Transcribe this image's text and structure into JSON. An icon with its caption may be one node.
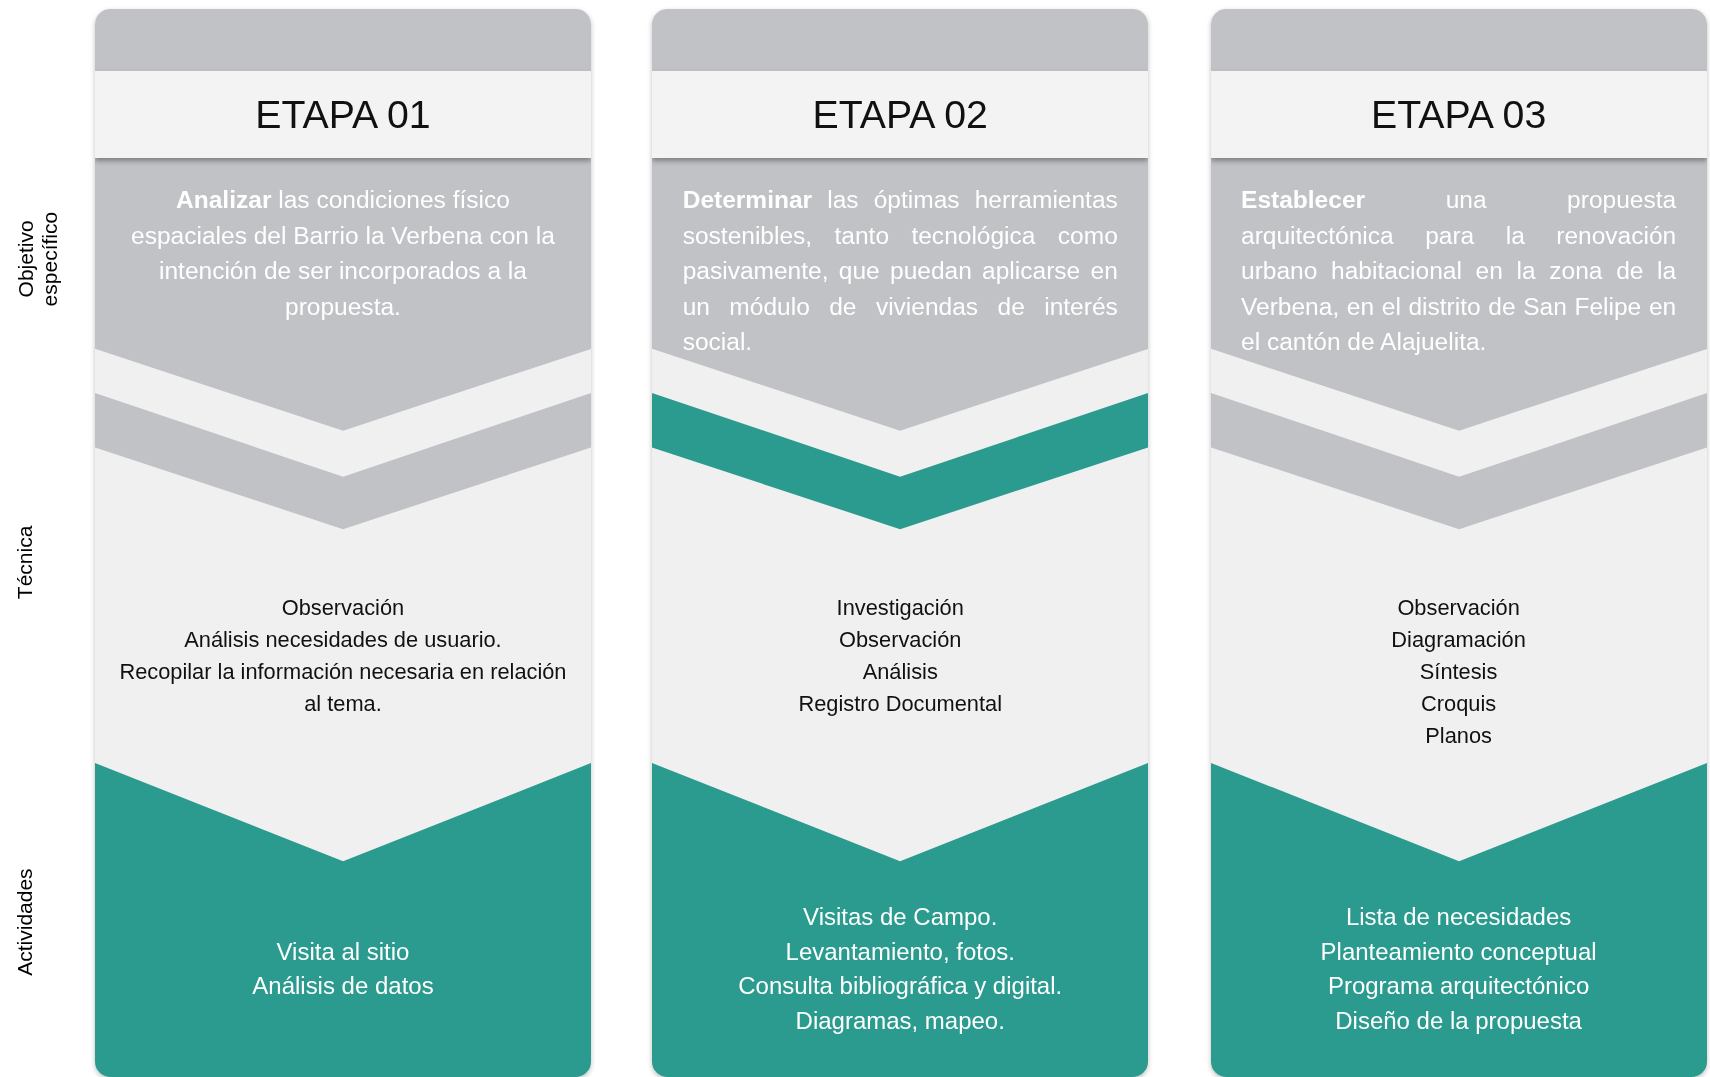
{
  "diagram": {
    "nodes": [
      {
        "text": [
          "ETAPA 01"
        ]
      },
      {
        "text": [
          "**Analizar** las condiciones físico espaciales del Barrio la Verbena con la intención de ser incorporados a la propuesta."
        ]
      },
      {
        "text": [],
        "shape": "band"
      },
      {
        "text": [
          "Observación",
          "Análisis necesidades de usuario.",
          "Recopilar la información necesaria en relación al tema."
        ]
      },
      {
        "text": [
          "Visita al sitio",
          "Análisis de datos"
        ]
      },
      {
        "text": [
          "ETAPA 02"
        ]
      },
      {
        "text": [
          "**Determinar** las óptimas herramientas sostenibles, tanto tecnológica como pasivamente, que puedan aplicarse en un módulo de viviendas de interés social."
        ]
      },
      {
        "text": [],
        "shape": "band"
      },
      {
        "text": [
          "Investigación",
          "Observación",
          "Análisis",
          "Registro Documental"
        ]
      },
      {
        "text": [
          "Visitas de Campo.",
          "Levantamiento, fotos.",
          "Consulta bibliográfica y digital.",
          "Diagramas, mapeo."
        ]
      },
      {
        "text": [
          "ETAPA 03"
        ]
      },
      {
        "text": [
          "**Establecer** una propuesta arquitectónica para la renovación urbano habitacional en la zona de la Verbena, en el distrito de San Felipe en el cantón de Alajuelita."
        ]
      },
      {
        "text": [],
        "shape": "band"
      },
      {
        "text": [
          "Observación",
          "Diagramación",
          "Síntesis",
          "Croquis",
          "Planos"
        ]
      },
      {
        "text": [
          "Lista de necesidades",
          "Planteamiento conceptual",
          "Programa arquitectónico",
          "Diseño de la propuesta"
        ]
      }
    ],
    "labels": [
      "Objetivo específico",
      "Técnica",
      "Actividades"
    ]
  }
}
